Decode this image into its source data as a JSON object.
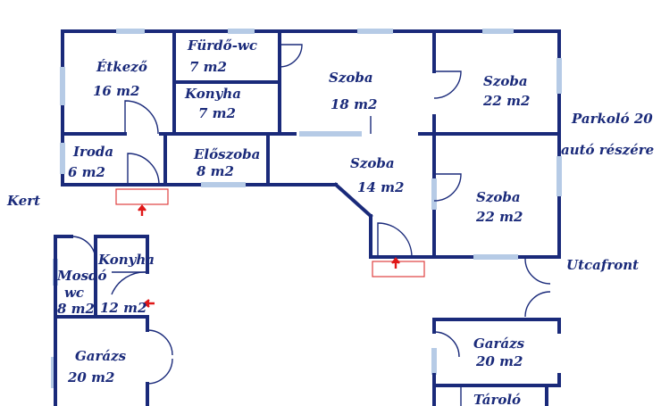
{
  "rooms": {
    "etkezo": {
      "name": "Étkező",
      "area": "16 m2"
    },
    "furdo": {
      "name": "Fürdő-wc",
      "area": "7 m2"
    },
    "konyha_main": {
      "name": "Konyha",
      "area": "7 m2"
    },
    "szoba_18": {
      "name": "Szoba",
      "area": "18 m2"
    },
    "szoba_22_top": {
      "name": "Szoba",
      "area": "22 m2"
    },
    "iroda": {
      "name": "Iroda",
      "area": "6 m2"
    },
    "eloszoba": {
      "name": "Előszoba",
      "area": "8 m2"
    },
    "szoba_14": {
      "name": "Szoba",
      "area": "14 m2"
    },
    "szoba_22_right": {
      "name": "Szoba",
      "area": "22 m2"
    },
    "mosdo": {
      "name": "Mosdó",
      "sub": "wc",
      "area": "8 m2"
    },
    "konyha_small": {
      "name": "Konyha",
      "area": "12 m2"
    },
    "garazs_left": {
      "name": "Garázs",
      "area": "20 m2"
    },
    "garazs_right": {
      "name": "Garázs",
      "area": "20 m2"
    },
    "tarolo": {
      "name": "Tároló"
    }
  },
  "outside": {
    "kert": "Kert",
    "parkolo_1": "Parkoló 20",
    "parkolo_2": "autó részére",
    "utcafront": "Utcafront"
  },
  "colors": {
    "wall": "#1a2a7a",
    "window": "#b6cbe6",
    "entrance": "#e04040"
  }
}
